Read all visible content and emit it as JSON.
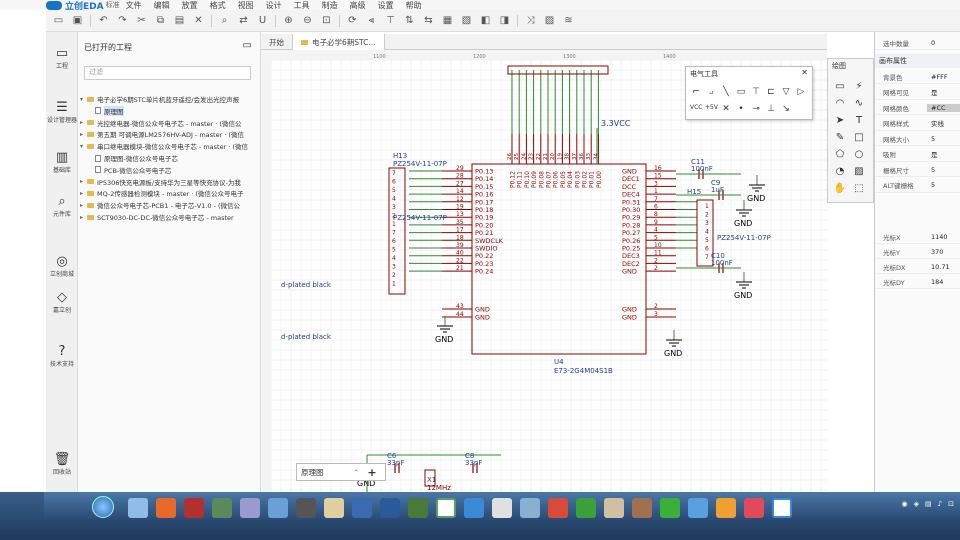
{
  "app": {
    "logo": "立创EDA",
    "logo_suffix": "标准",
    "menus": [
      "文件",
      "编辑",
      "放置",
      "格式",
      "视图",
      "设计",
      "工具",
      "制造",
      "高级",
      "设置",
      "帮助"
    ]
  },
  "leftnav": [
    {
      "label": "工程",
      "icon": "folder-icon"
    },
    {
      "label": "设计管理器",
      "icon": "design-manager-icon"
    },
    {
      "label": "基础库",
      "icon": "library-icon"
    },
    {
      "label": "元件库",
      "icon": "search-library-icon"
    },
    {
      "label": "立创商城",
      "icon": "shop-icon"
    },
    {
      "label": "嘉立创",
      "icon": "jlc-icon"
    },
    {
      "label": "技术支持",
      "icon": "help-icon"
    },
    {
      "label": "回收站",
      "icon": "trash-icon"
    }
  ],
  "project_panel": {
    "title": "已打开的工程",
    "search_placeholder": "过滤",
    "tree": [
      {
        "text": "电子必学6期STC单片机蓝牙遥控/会发出光控声报",
        "type": "folder",
        "level": 0,
        "arrow": "▾"
      },
      {
        "text": "原理图",
        "type": "doc",
        "level": 1,
        "arrow": "",
        "selected": true
      },
      {
        "text": "光控继电器-微信公众号电子芯 - master · (微信公",
        "type": "folder",
        "level": 0,
        "arrow": "▸"
      },
      {
        "text": "第五期 可调电源LM2576HV-ADJ - master · (微信",
        "type": "folder",
        "level": 0,
        "arrow": "▸"
      },
      {
        "text": "串口继电器模块-微信公众号电子芯 - master · (微信",
        "type": "folder",
        "level": 0,
        "arrow": "▾"
      },
      {
        "text": "原理图-微信公众号电子芯",
        "type": "doc",
        "level": 1,
        "arrow": ""
      },
      {
        "text": "PCB-微信公众号电子芯",
        "type": "doc",
        "level": 1,
        "arrow": ""
      },
      {
        "text": "IP5306快充电源板/支持华为三星等快充协议-为我",
        "type": "folder",
        "level": 0,
        "arrow": "▸"
      },
      {
        "text": "MQ-2传感器检测模块 - master · (微信公众号电子",
        "type": "folder",
        "level": 0,
        "arrow": "▸"
      },
      {
        "text": "微信公众号电子芯-PCB1 - 电子芯-V1.0 - (微信公",
        "type": "folder",
        "level": 0,
        "arrow": "▸"
      },
      {
        "text": "SCT9030-DC-DC-微信公众号电子芯 - master",
        "type": "folder",
        "level": 0,
        "arrow": "▸"
      }
    ]
  },
  "tabs": [
    {
      "label": "开始",
      "active": false
    },
    {
      "label": "电子必学6期STC...",
      "active": true
    }
  ],
  "drawing_tools": {
    "title": "电气工具"
  },
  "right_tools": {
    "title": "绘图"
  },
  "properties": {
    "top": [
      {
        "k": "选中数量",
        "v": "0"
      }
    ],
    "section": "画布属性",
    "rows": [
      {
        "k": "背景色",
        "v": "#FFF"
      },
      {
        "k": "网格可见",
        "v": "是"
      },
      {
        "k": "网格颜色",
        "v": "#CC"
      },
      {
        "k": "网格样式",
        "v": "实线"
      },
      {
        "k": "网格大小",
        "v": "5"
      },
      {
        "k": "吸附",
        "v": "是"
      },
      {
        "k": "栅格尺寸",
        "v": "5"
      },
      {
        "k": "ALT键栅格",
        "v": "5"
      }
    ],
    "cursor": [
      {
        "k": "光标X",
        "v": "1140"
      },
      {
        "k": "光标Y",
        "v": "370"
      },
      {
        "k": "光标DX",
        "v": "10.71"
      },
      {
        "k": "光标DY",
        "v": "184"
      }
    ]
  },
  "sheet_tab": {
    "label": "原理图"
  },
  "schematic": {
    "ruler": [
      "1100",
      "1200",
      "1300",
      "1400"
    ],
    "u4_ref": "U4",
    "u4_value": "E73-2G4M04S1B",
    "h13_ref": "H13",
    "h13_value": "PZ254V-11-07P",
    "h15_ref": "H15",
    "h15_value": "PZ254V-11-07P",
    "h14_value": "PZ254V-11-07P",
    "vcc": "3.3VCC",
    "gnd": "GND",
    "c11": "C11",
    "c11_val": "100nF",
    "c9": "C9",
    "c9_val": "1uF",
    "c10": "C10",
    "c10_val": "100nF",
    "c6": "C6",
    "c6_val": "33pF",
    "c8": "C8",
    "c8_val": "33pF",
    "x1": "X1",
    "x1_val": "12MHz",
    "plated1": "d-plated black",
    "plated2": "d-plated black",
    "left_pins": [
      {
        "num": "29",
        "name": "P0.13"
      },
      {
        "num": "28",
        "name": "P0.14"
      },
      {
        "num": "27",
        "name": "P0.15"
      },
      {
        "num": "14",
        "name": "P0.16"
      },
      {
        "num": "12",
        "name": "P0.17"
      },
      {
        "num": "19",
        "name": "P0.18"
      },
      {
        "num": "13",
        "name": "P0.19"
      },
      {
        "num": "35",
        "name": "P0.20"
      },
      {
        "num": "17",
        "name": "P0.21"
      },
      {
        "num": "18",
        "name": "SWDCLK"
      },
      {
        "num": "39",
        "name": "SWDIO"
      },
      {
        "num": "40",
        "name": "P0.22"
      },
      {
        "num": "22",
        "name": "P0.23"
      },
      {
        "num": "21",
        "name": "P0.24"
      }
    ],
    "right_pins": [
      {
        "num": "16",
        "name": "GND"
      },
      {
        "num": "15",
        "name": "DEC1"
      },
      {
        "num": "3",
        "name": "DCC"
      },
      {
        "num": "1",
        "name": "DEC4"
      },
      {
        "num": "7",
        "name": "P0.31"
      },
      {
        "num": "6",
        "name": "P0.30"
      },
      {
        "num": "8",
        "name": "P0.29"
      },
      {
        "num": "9",
        "name": "P0.28"
      },
      {
        "num": "4",
        "name": "P0.27"
      },
      {
        "num": "5",
        "name": "P0.26"
      },
      {
        "num": "10",
        "name": "P0.25"
      },
      {
        "num": "11",
        "name": "DEC3"
      },
      {
        "num": "2",
        "name": "DEC2"
      },
      {
        "num": "2",
        "name": "GND"
      }
    ],
    "top_pins": [
      "P0.12",
      "P0.11",
      "P0.10",
      "P0.09",
      "P0.08",
      "P0.07",
      "P0.06",
      "P0.05",
      "P0.04",
      "P0.03",
      "P0.02",
      "P0.01",
      "P0.00"
    ],
    "top_pin_nums": [
      "26",
      "25",
      "24",
      "23",
      "22",
      "21",
      "20",
      "19",
      "38",
      "37",
      "36",
      "33",
      "34"
    ],
    "gnd_pins": [
      {
        "num": "43",
        "name": "GND"
      },
      {
        "num": "44",
        "name": "GND"
      }
    ],
    "gnd_pins_r": [
      {
        "num": "2",
        "name": "GND"
      },
      {
        "num": "3",
        "name": "GND"
      }
    ],
    "h13_pins": [
      "7",
      "6",
      "5",
      "4",
      "3",
      "2",
      "1",
      "7",
      "6",
      "5",
      "4",
      "3",
      "2",
      "1"
    ],
    "h15_pins": [
      "1",
      "2",
      "3",
      "4",
      "5",
      "6",
      "7",
      "1",
      "2",
      "3",
      "4",
      "5",
      "6",
      "7"
    ]
  },
  "colors": {
    "wire": "#2e8b2e",
    "symbol": "#8b0000",
    "pin_text": "#8b0000",
    "label_blue": "#1f3f8f",
    "grid": "#e6e6e6",
    "accent": "#1a73c8"
  }
}
